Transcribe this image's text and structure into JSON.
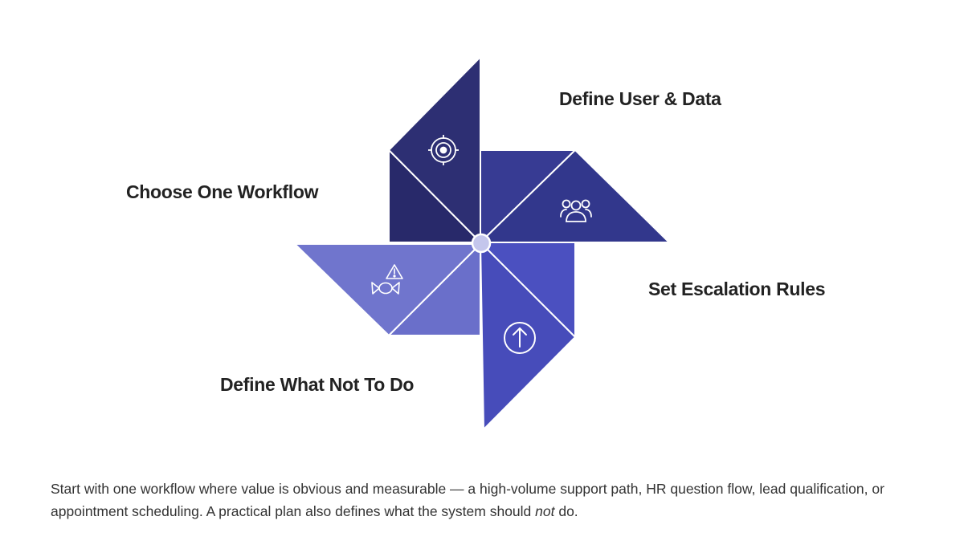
{
  "diagram": {
    "steps": [
      {
        "id": "choose-workflow",
        "label": "Choose One Workflow",
        "icon": "target-icon",
        "color": "#2b2c6e"
      },
      {
        "id": "define-user",
        "label": "Define User & Data",
        "icon": "users-icon",
        "color": "#353a92"
      },
      {
        "id": "set-escalation",
        "label": "Set Escalation Rules",
        "icon": "arrow-up-circle-icon",
        "color": "#4a4fbf"
      },
      {
        "id": "define-not",
        "label": "Define What Not To Do",
        "icon": "warning-candy-icon",
        "color": "#6b70cb"
      }
    ],
    "hub_color": "#c4c6ec"
  },
  "caption": {
    "part1": "Start with one workflow where value is obvious and measurable — a high-volume support path, HR question flow, lead qualification, or appointment scheduling. A practical plan also defines what the system should ",
    "emphasis": "not",
    "part2": " do."
  }
}
